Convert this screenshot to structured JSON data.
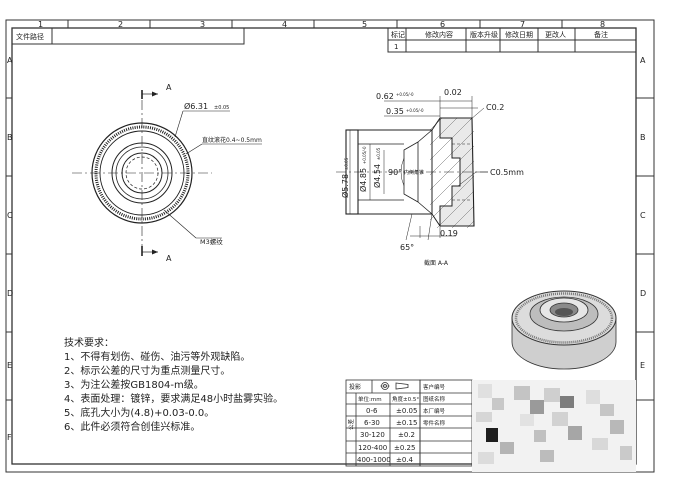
{
  "frame": {
    "top_numbers": [
      "1",
      "2",
      "3",
      "4",
      "5",
      "6",
      "7",
      "8"
    ],
    "side_letters": [
      "A",
      "B",
      "C",
      "D",
      "E",
      "F"
    ]
  },
  "path_box": {
    "label": "文件路径"
  },
  "revision_table": {
    "headers": [
      "标记",
      "修改内容",
      "版本升级",
      "修改日期",
      "更改人",
      "备注"
    ],
    "row1_mark": "1"
  },
  "front_view": {
    "section_mark_top": "A",
    "section_mark_bottom": "A",
    "dia_label": "Ø6.31",
    "dia_tol": "±0.05",
    "knurl_note": "直纹滚花0.4~0.5mm",
    "thread_label": "M3螺纹"
  },
  "section_view": {
    "dim_062": "0.62",
    "dim_062_tol": "+0.05/-0",
    "dim_flat": "0.02",
    "dim_035": "0.35",
    "dim_035_tol": "+0.05/-0",
    "dia_578": "Ø5.78",
    "dia_578_tol": "±0.05",
    "dia_485": "Ø4.85",
    "dia_485_tol": "+0.05/-0",
    "dia_454": "Ø4.54",
    "dia_454_tol": "±0.05",
    "chamfer_c02": "C0.2",
    "chamfer_c05": "C0.5mm",
    "angle_90": "90°",
    "angle_90_note": "内倒角锥",
    "dim_019": "0.19",
    "angle_65": "65°",
    "section_title": "截面 A-A"
  },
  "tech_requirements": {
    "title": "技术要求：",
    "items": [
      "1、不得有划伤、碰伤、油污等外观缺陷。",
      "2、标示公差的尺寸为重点测量尺寸。",
      "3、为注公差按GB1804-m级。",
      "4、表面处理：镀锌，要求满足48小时盐雾实验。",
      "5、底孔大小为(4.8)+0.03-0.0。",
      "6、此件必须符合创佳兴标准。"
    ]
  },
  "tolerance_table": {
    "projection_label": "投影",
    "unit_header": "单位:mm",
    "angle_header": "角度±0.5°",
    "side_label": "公差",
    "rows": [
      {
        "range": "0-6",
        "tol": "±0.05"
      },
      {
        "range": "6-30",
        "tol": "±0.15"
      },
      {
        "range": "30-120",
        "tol": "±0.2"
      },
      {
        "range": "120-400",
        "tol": "±0.25"
      },
      {
        "range": "400-1000",
        "tol": "±0.4"
      }
    ]
  },
  "title_block": {
    "labels": [
      "客户编号",
      "图纸名称",
      "本厂编号",
      "零件名称"
    ]
  }
}
